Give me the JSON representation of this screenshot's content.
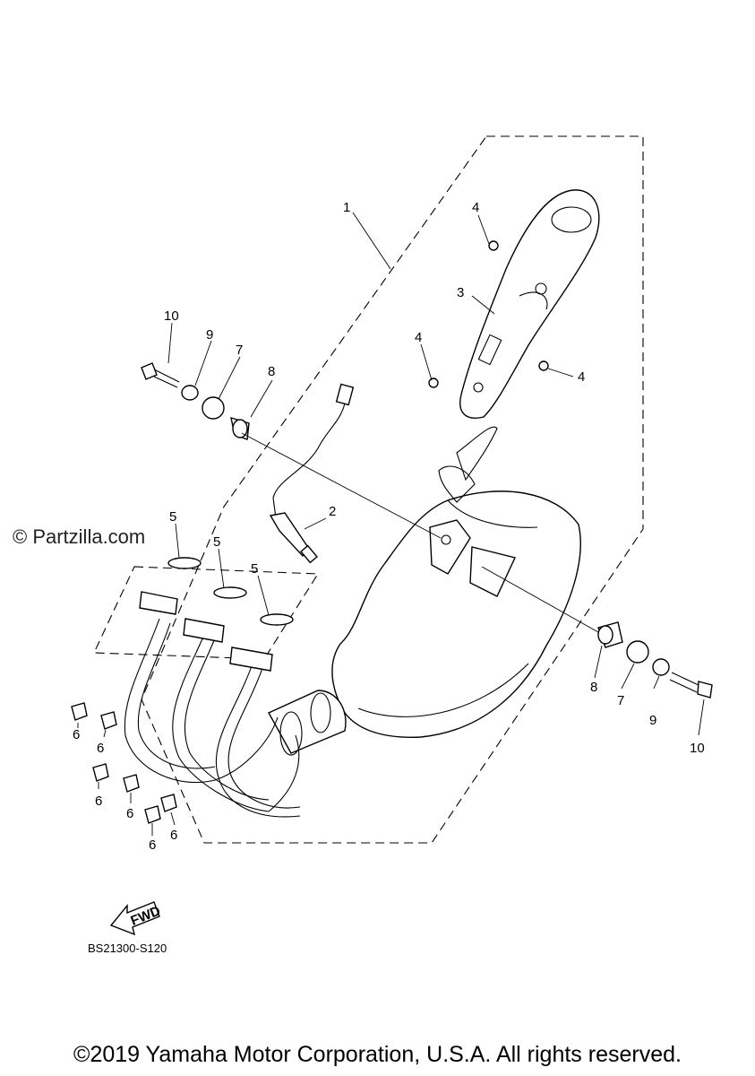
{
  "watermark": "© Partzilla.com",
  "diagram_code": "BS21300-S120",
  "fwd_label": "FWD",
  "copyright": "©2019 Yamaha Motor Corporation, U.S.A. All rights reserved.",
  "callouts": {
    "c1": "1",
    "c2": "2",
    "c3": "3",
    "c4a": "4",
    "c4b": "4",
    "c4c": "4",
    "c5a": "5",
    "c5b": "5",
    "c5c": "5",
    "c6a": "6",
    "c6b": "6",
    "c6c": "6",
    "c6d": "6",
    "c6e": "6",
    "c6f": "6",
    "c7a": "7",
    "c7b": "7",
    "c8a": "8",
    "c8b": "8",
    "c9a": "9",
    "c9b": "9",
    "c10a": "10",
    "c10b": "10"
  }
}
